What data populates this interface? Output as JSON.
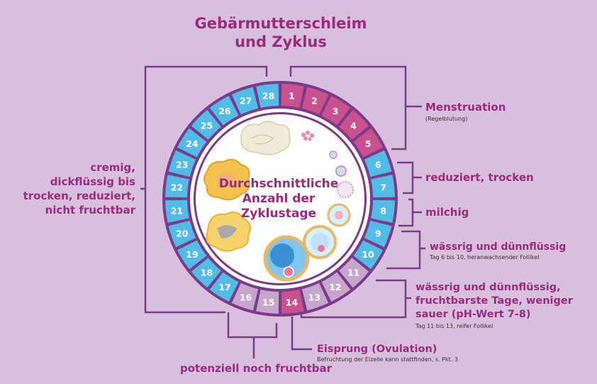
{
  "title": {
    "line1": "Gebärmutterschleim",
    "line2": "und Zyklus"
  },
  "center": {
    "line1": "Durchschnittliche",
    "line2": "Anzahl der",
    "line3": "Zyklustage"
  },
  "colors": {
    "background": "#d7bfdd",
    "accent": "#9b2a7f",
    "line": "#7d3a8a",
    "menstruation": "#c9528e",
    "dry_days": "#52bce6",
    "fertile_days": "#c7a6cc",
    "ovulation": "#c9528e",
    "ring": "#7a3b8a"
  },
  "days": [
    {
      "n": "1",
      "phase": "menstruation"
    },
    {
      "n": "2",
      "phase": "menstruation"
    },
    {
      "n": "3",
      "phase": "menstruation"
    },
    {
      "n": "4",
      "phase": "menstruation"
    },
    {
      "n": "5",
      "phase": "menstruation"
    },
    {
      "n": "6",
      "phase": "dry"
    },
    {
      "n": "7",
      "phase": "dry"
    },
    {
      "n": "8",
      "phase": "dry"
    },
    {
      "n": "9",
      "phase": "dry"
    },
    {
      "n": "10",
      "phase": "dry"
    },
    {
      "n": "11",
      "phase": "fertile"
    },
    {
      "n": "12",
      "phase": "fertile"
    },
    {
      "n": "13",
      "phase": "fertile"
    },
    {
      "n": "14",
      "phase": "ovulation"
    },
    {
      "n": "15",
      "phase": "fertile"
    },
    {
      "n": "16",
      "phase": "fertile"
    },
    {
      "n": "17",
      "phase": "dry"
    },
    {
      "n": "18",
      "phase": "dry"
    },
    {
      "n": "19",
      "phase": "dry"
    },
    {
      "n": "20",
      "phase": "dry"
    },
    {
      "n": "21",
      "phase": "dry"
    },
    {
      "n": "22",
      "phase": "dry"
    },
    {
      "n": "23",
      "phase": "dry"
    },
    {
      "n": "24",
      "phase": "dry"
    },
    {
      "n": "25",
      "phase": "dry"
    },
    {
      "n": "26",
      "phase": "dry"
    },
    {
      "n": "27",
      "phase": "dry"
    },
    {
      "n": "28",
      "phase": "dry"
    }
  ],
  "labels": {
    "menstruation": {
      "title": "Menstruation",
      "sub": "(Regelblutung)"
    },
    "reduced": {
      "title": "reduziert, trocken"
    },
    "milky": {
      "title": "milchig"
    },
    "watery": {
      "title": "wässrig und dünnflüssig",
      "sub": "Tag 6 bis 10, heranwachsender Follikel"
    },
    "fertile": {
      "line1": "wässrig und dünnflüssig,",
      "line2": "fruchtbarste Tage, weniger",
      "line3": "sauer (pH-Wert 7-8)",
      "sub": "Tag 11 bis 13, reifer Follikel"
    },
    "ovulation": {
      "title": "Eisprung (Ovulation)",
      "sub": "Befruchtung der Eizelle kann stattfinden, s. Pkt. 3"
    },
    "potential": {
      "title": "potenziell noch fruchtbar"
    },
    "creamy": {
      "line1": "cremig,",
      "line2": "dickflüssig bis",
      "line3": "trocken, reduziert,",
      "line4": "nicht fruchtbar"
    }
  }
}
